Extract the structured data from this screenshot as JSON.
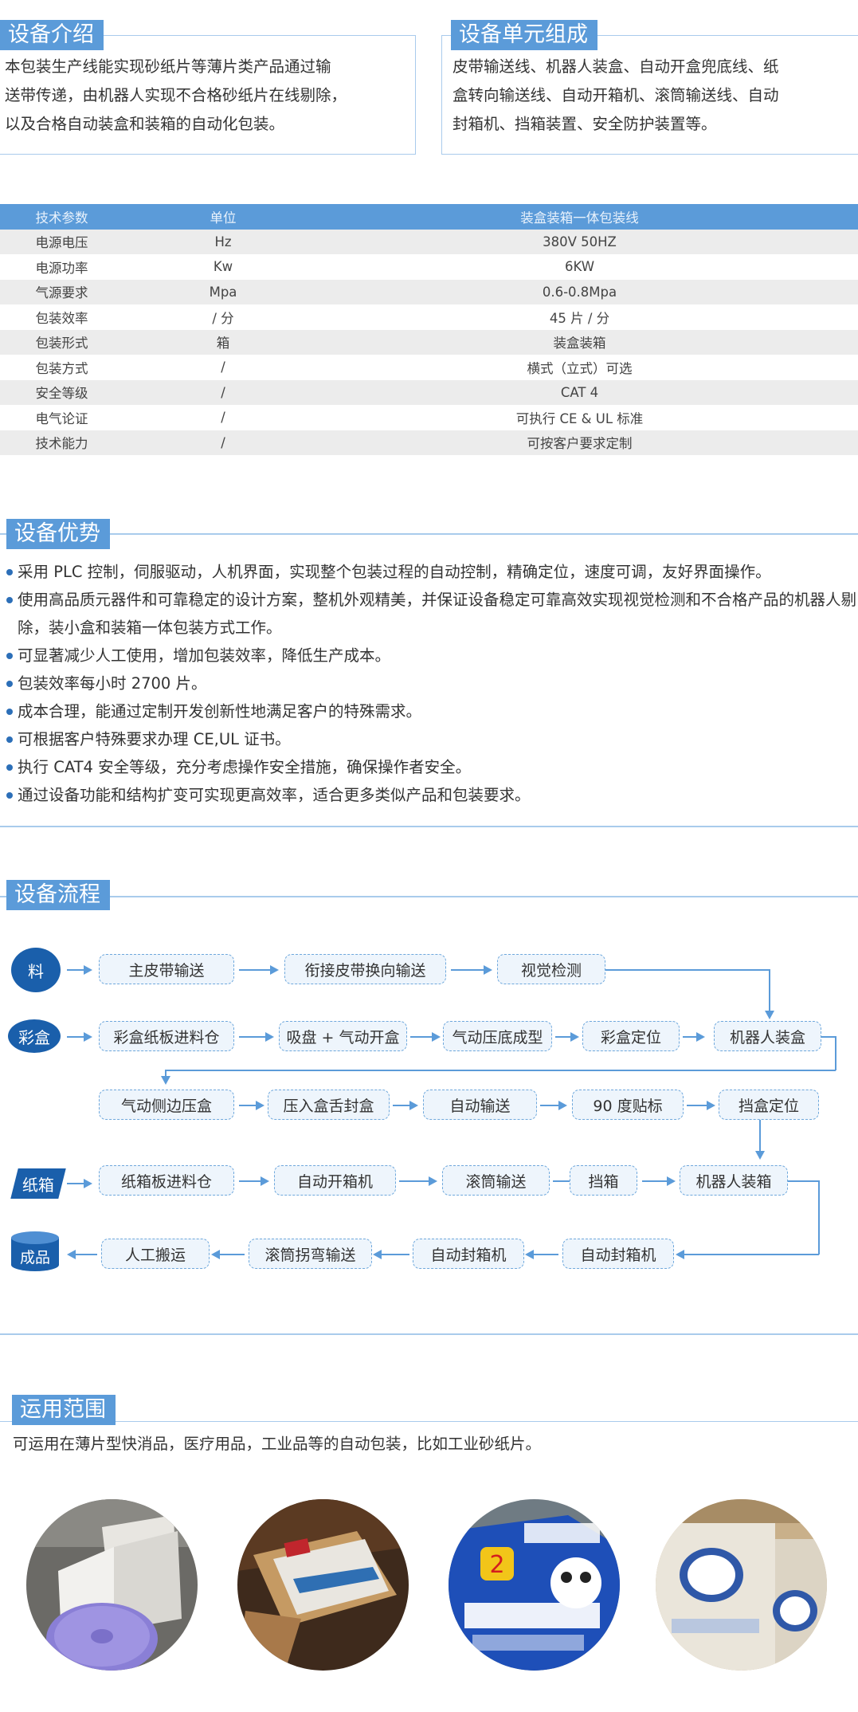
{
  "intro": {
    "title": "设备介绍",
    "lines": [
      "本包装生产线能实现砂纸片等薄片类产品通过输",
      "送带传递，由机器人实现不合格砂纸片在线剔除，",
      "以及合格自动装盒和装箱的自动化包装。"
    ]
  },
  "units": {
    "title": "设备单元组成",
    "lines": [
      "皮带输送线、机器人装盒、自动开盒兜底线、纸",
      "盒转向输送线、自动开箱机、滚筒输送线、自动",
      "封箱机、挡箱装置、安全防护装置等。"
    ]
  },
  "specs": {
    "headers": [
      "技术参数",
      "单位",
      "装盒装箱一体包装线"
    ],
    "rows": [
      [
        "电源电压",
        "Hz",
        "380V  50HZ"
      ],
      [
        "电源功率",
        "Kw",
        "6KW"
      ],
      [
        "气源要求",
        "Mpa",
        "0.6-0.8Mpa"
      ],
      [
        "包装效率",
        "/ 分",
        "45 片 / 分"
      ],
      [
        "包装形式",
        "箱",
        "装盒装箱"
      ],
      [
        "包装方式",
        "/",
        "横式（立式）可选"
      ],
      [
        "安全等级",
        "/",
        "CAT 4"
      ],
      [
        "电气论证",
        "/",
        "可执行 CE & UL 标准"
      ],
      [
        "技术能力",
        "/",
        "可按客户要求定制"
      ]
    ]
  },
  "advantages": {
    "title": "设备优势",
    "items": [
      "采用 PLC 控制，伺服驱动，人机界面，实现整个包装过程的自动控制，精确定位，速度可调，友好界面操作。",
      "使用高品质元器件和可靠稳定的设计方案，整机外观精美，并保证设备稳定可靠高效实现视觉检测和不合格产品的机器人剔除，装小盒和装箱一体包装方式工作。",
      "可显著减少人工使用，增加包装效率，降低生产成本。",
      "包装效率每小时 2700 片。",
      "成本合理，能通过定制开发创新性地满足客户的特殊需求。",
      "可根据客户特殊要求办理 CE,UL 证书。",
      "执行 CAT4 安全等级，充分考虑操作安全措施，确保操作者安全。",
      "通过设备功能和结构扩变可实现更高效率，适合更多类似产品和包装要求。"
    ]
  },
  "process": {
    "title": "设备流程",
    "starts": {
      "material": "料",
      "colorbox": "彩盒",
      "carton": "纸箱",
      "product": "成品"
    },
    "row1": [
      "主皮带输送",
      "衔接皮带换向输送",
      "视觉检测"
    ],
    "row2": [
      "彩盒纸板进料仓",
      "吸盘 + 气动开盒",
      "气动压底成型",
      "彩盒定位",
      "机器人装盒"
    ],
    "row3": [
      "气动侧边压盒",
      "压入盒舌封盒",
      "自动输送",
      "90 度贴标",
      "挡盒定位"
    ],
    "row4": [
      "纸箱板进料仓",
      "自动开箱机",
      "滚筒输送",
      "挡箱",
      "机器人装箱"
    ],
    "row5": [
      "自动封箱机",
      "自动封箱机",
      "滚筒拐弯输送",
      "人工搬运"
    ]
  },
  "scope": {
    "title": "运用范围",
    "text": "可运用在薄片型快消品，医疗用品，工业品等的自动包装，比如工业砂纸片。"
  }
}
